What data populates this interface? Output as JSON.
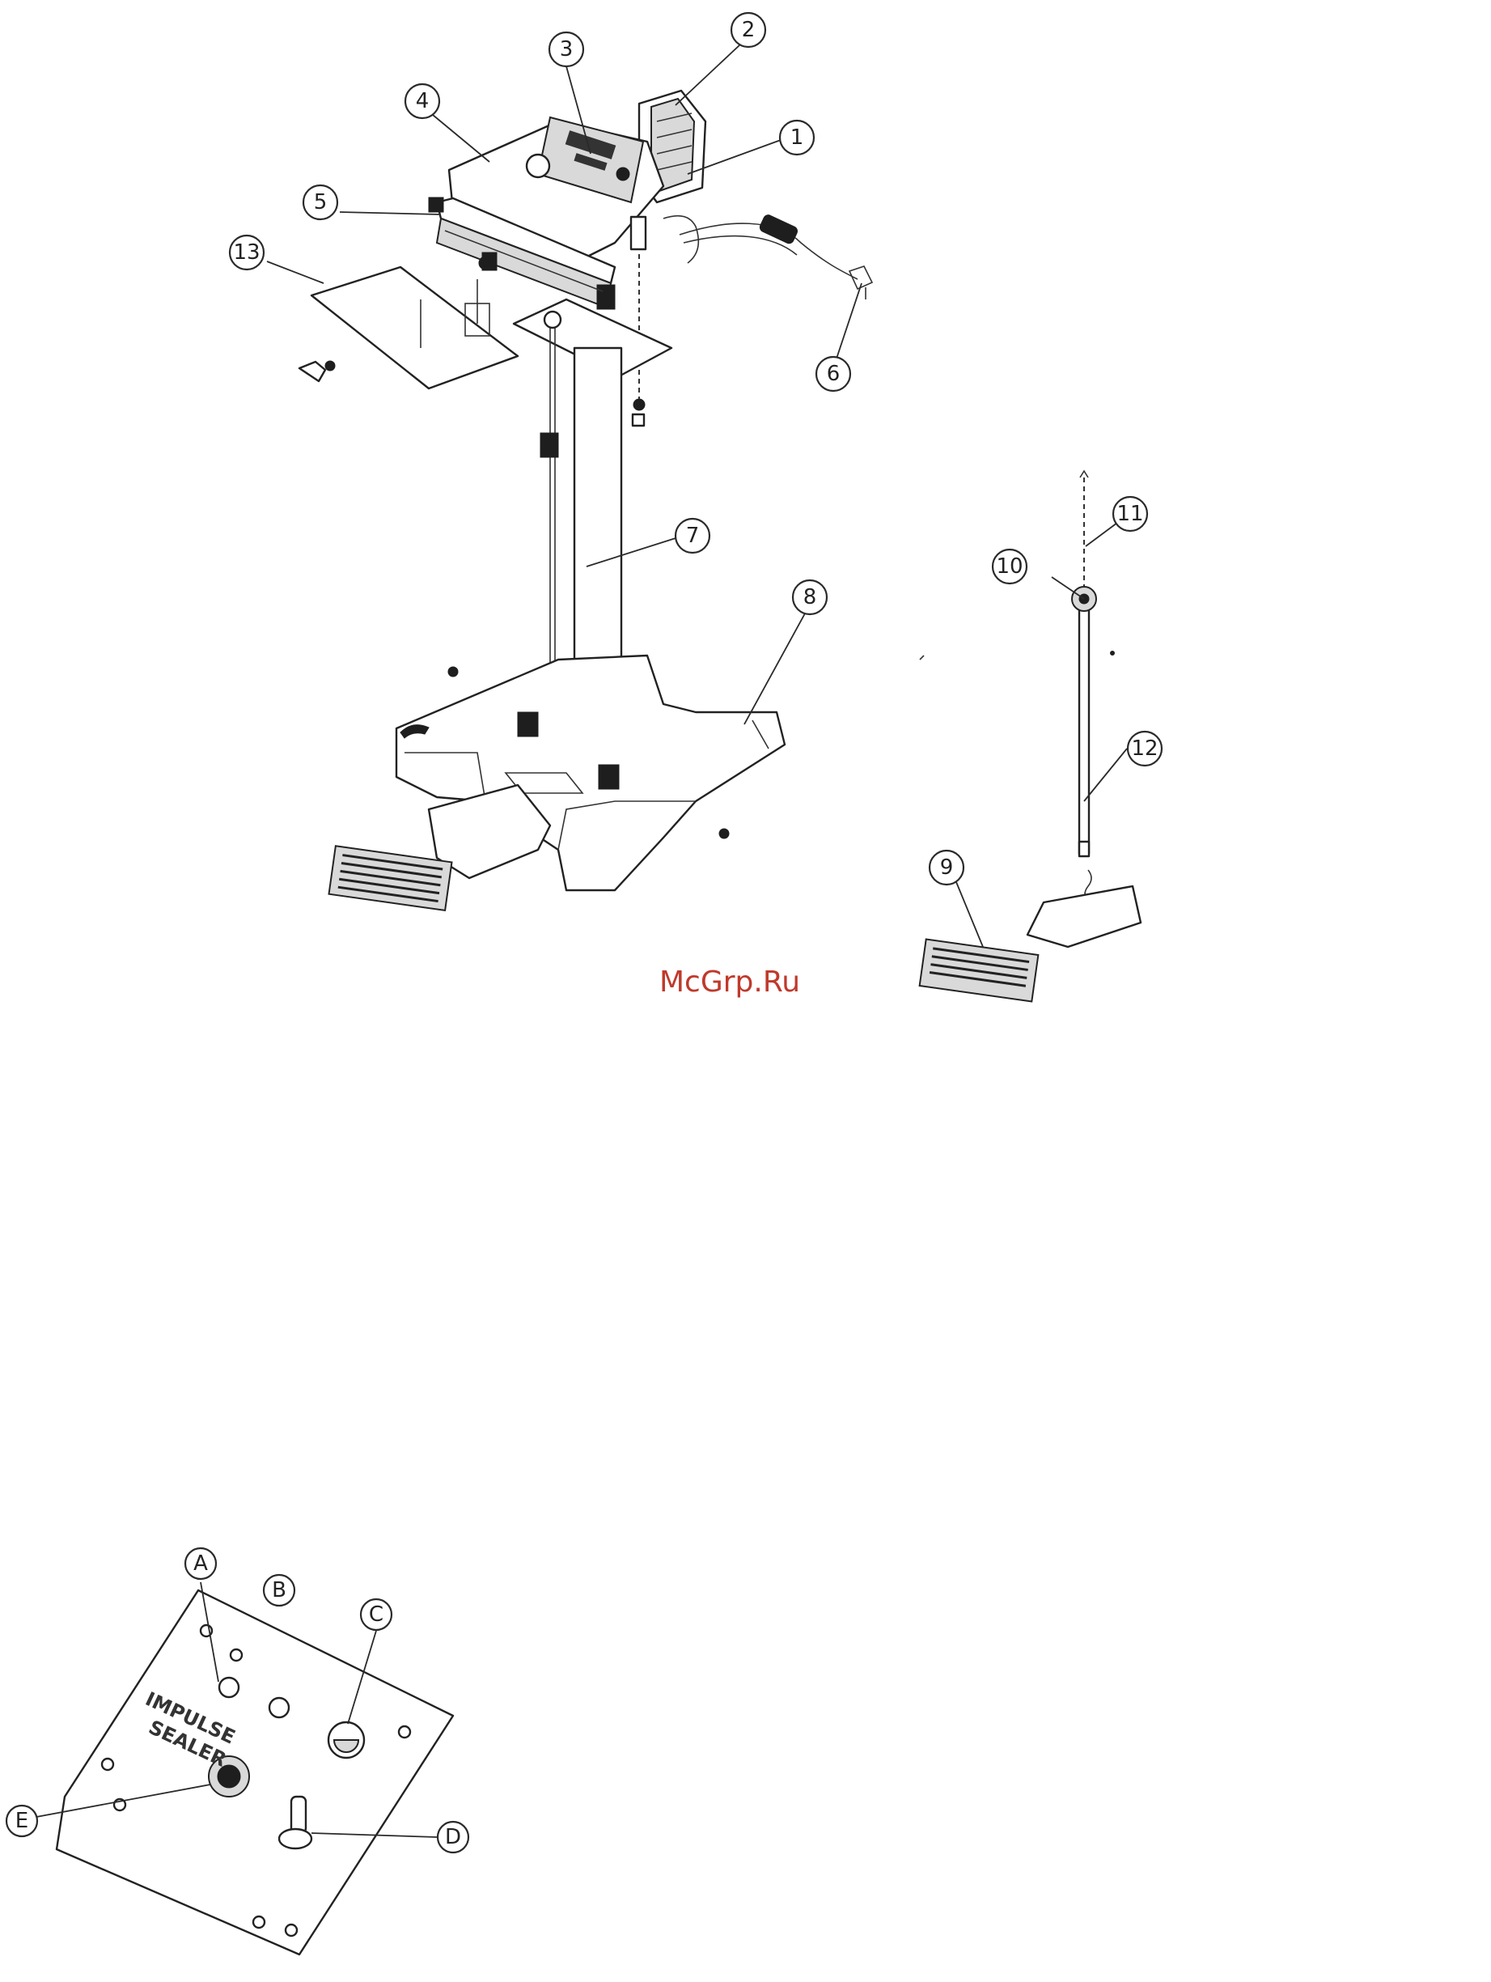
{
  "watermark": "McGrp.Ru",
  "callouts": {
    "c1": "1",
    "c2": "2",
    "c3": "3",
    "c4": "4",
    "c5": "5",
    "c6": "6",
    "c7": "7",
    "c8": "8",
    "c9": "9",
    "c10": "10",
    "c11": "11",
    "c12": "12",
    "c13": "13",
    "cA": "A",
    "cB": "B",
    "cC": "C",
    "cD": "D",
    "cE": "E"
  },
  "panel": {
    "brand_line1": "IMPULSE",
    "brand_line2": "SEALER"
  }
}
